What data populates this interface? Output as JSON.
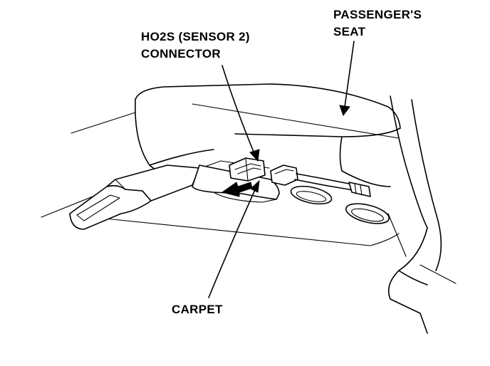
{
  "labels": {
    "connector_line1": "HO2S (SENSOR 2)",
    "connector_line2": "CONNECTOR",
    "seat_line1": "PASSENGER'S",
    "seat_line2": "SEAT",
    "carpet": "CARPET"
  },
  "colors": {
    "ink": "#000000",
    "paper": "#ffffff"
  }
}
